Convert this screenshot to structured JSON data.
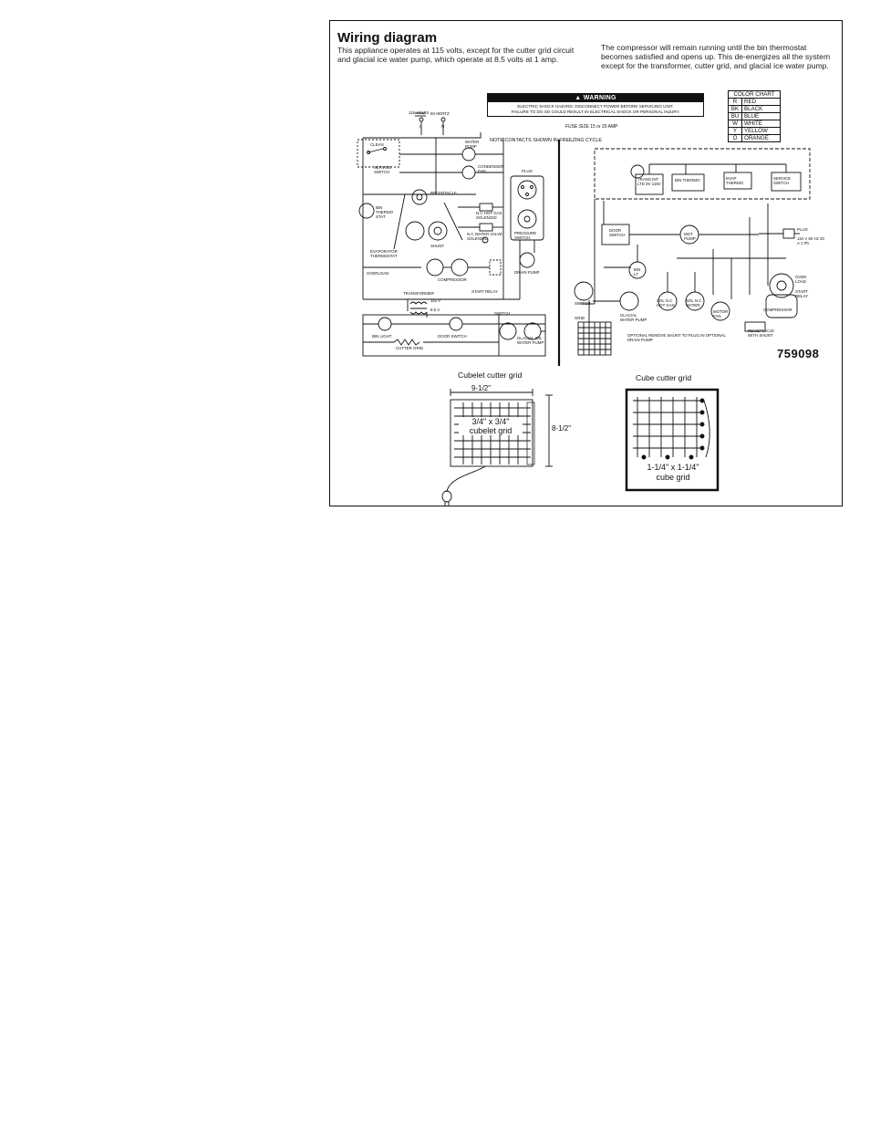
{
  "title": "Wiring diagram",
  "intro_left": "This appliance operates at 115 volts, except for the cutter grid circuit and glacial ice water pump, which operate at 8.5 volts at 1 amp.",
  "intro_right": "The compressor will remain running until the bin thermostat becomes satisfied and opens up. This de-energizes all the system except for the transformer, cutter grid, and glacial ice water pump.",
  "warning": {
    "header": "▲ WARNING",
    "line1": "ELECTRIC SHOCK HAZARD: DISCONNECT POWER BEFORE SERVICING UNIT.",
    "line2": "FAILURE TO DO SO COULD RESULT IN ELECTRICAL SHOCK OR PERSONAL INJURY."
  },
  "fuse_size": "FUSE SIZE 15 or 20 AMP",
  "note": "NOTE CONTACTS SHOWN IN FREEZING CYCLE",
  "color_chart": {
    "title": "COLOR CHART",
    "rows": [
      {
        "code": "R",
        "name": "RED"
      },
      {
        "code": "BK",
        "name": "BLACK"
      },
      {
        "code": "BU",
        "name": "BLUE"
      },
      {
        "code": "W",
        "name": "WHITE"
      },
      {
        "code": "Y",
        "name": "YELLOW"
      },
      {
        "code": "O",
        "name": "ORANGE"
      }
    ]
  },
  "schematic_labels": {
    "volts": "115 VOLTS",
    "hertz": "60 HERTZ",
    "l": "L",
    "n": "N",
    "clean": "CLEAN",
    "service_switch": "SERVICE SWITCH",
    "water_pump": "WATER PUMP",
    "condenser_fan": "CONDENSER FAN",
    "plug": "PLUG",
    "receptacle": "RECEPTACLE",
    "bin_thermostat": "BIN THERMO STAT",
    "hot_gas_solenoid": "N.C HOT GAS SOLENOID",
    "water_valve_solenoid": "N.C WATER VALVE SOLENOID",
    "pressure_switch": "PRESSURE SWITCH",
    "shunt": "SHUNT",
    "evaporator_thermostat": "EVAPORATOR THERMOSTAT",
    "overload": "OVERLOAD",
    "compressor": "COMPRESSOR",
    "start_relay": "START RELAY",
    "drain_pump": "DRAIN PUMP",
    "transformer": "TRANSFORMER",
    "v115": "115 V",
    "v85": "8.5 V",
    "switch": "SWITCH",
    "bin_light": "BIN LIGHT",
    "door_switch": "DOOR SWITCH",
    "cutter_grid": "CUTTER GRID",
    "glacial_pump": "GLACIAL ICE WATER PUMP"
  },
  "pictorial_labels": {
    "trans": "TRANS INT LTD 8V 115V",
    "bin_thermo": "BIN THERMO",
    "evap_thermo": "EVAP THERMO",
    "service_switch": "SERVICE SWITCH",
    "door_switch": "DOOR SWITCH",
    "mot_pump": "MOT PUMP",
    "bin_lt": "BIN LT",
    "plug": "PLUG",
    "plug_spec": "115 V 60 Hz 20 A 1 Ph",
    "overload": "OVER LOAD",
    "start_relay": "START RELAY",
    "compressor": "COMPRESSOR",
    "switch": "SWITCH",
    "grid": "GRID",
    "glacial_pump": "GLACIAL WATER PUMP",
    "hot_gas": "SOL N.C HOT GAS",
    "water": "SOL N.C WATER",
    "motor_fan": "MOTOR FAN",
    "receptacle": "RECEPTACLE WITH SHUNT",
    "optional": "OPTIONAL  REMOVE SHUNT TO PLUG IN OPTIONAL DRAIN PUMP."
  },
  "model_number": "759098",
  "cubelet": {
    "title": "Cubelet cutter grid",
    "width": "9-1/2\"",
    "height": "8-1/2\"",
    "grid_size": "3/4\" x 3/4\"",
    "grid_name": "cubelet grid"
  },
  "cube": {
    "title": "Cube cutter grid",
    "grid_size": "1-1/4\" x 1-1/4\"",
    "grid_name": "cube grid"
  }
}
